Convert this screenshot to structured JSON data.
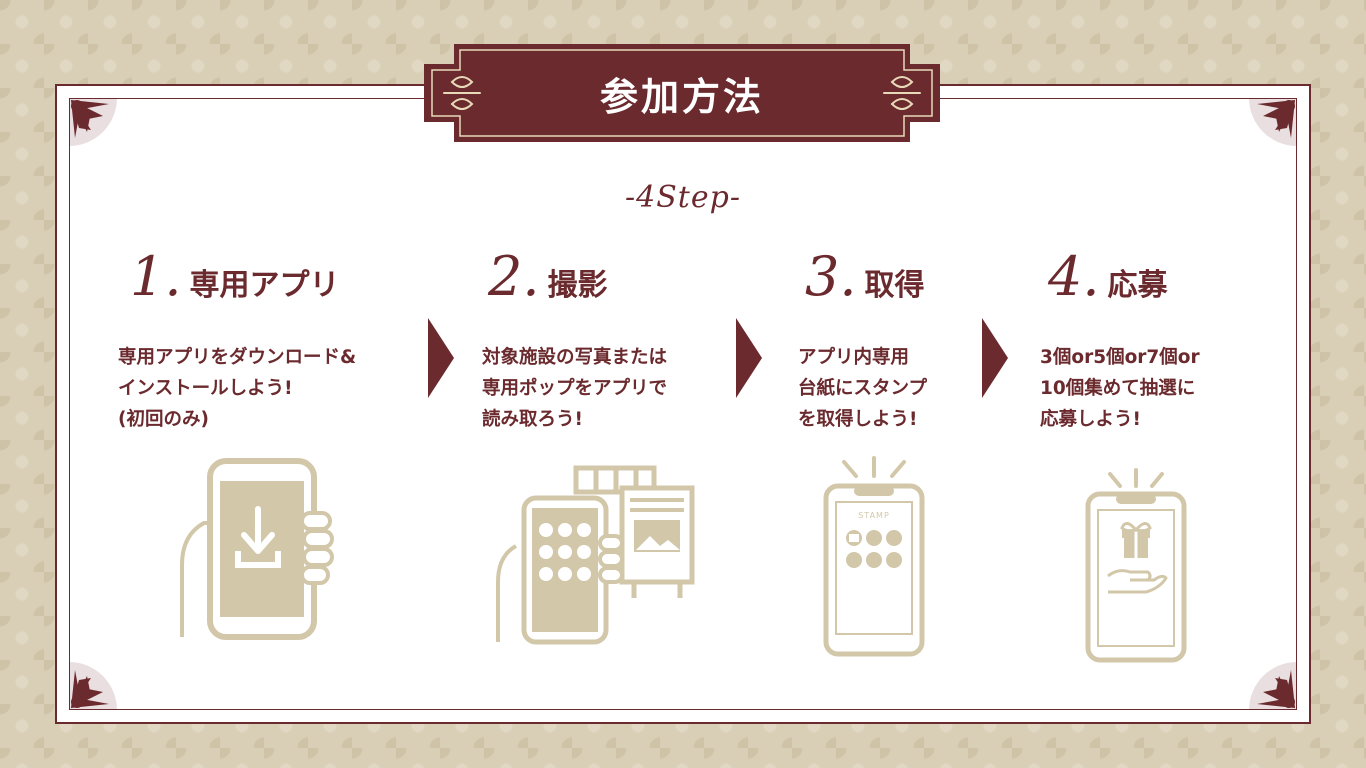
{
  "header": {
    "title": "参加方法",
    "subtitle": "-4Step-"
  },
  "steps": [
    {
      "number": "1.",
      "name": "専用アプリ",
      "description": "専用アプリをダウンロード&\nインストールしよう!\n(初回のみ)",
      "icon": "download-app-icon"
    },
    {
      "number": "2.",
      "name": "撮影",
      "description": "対象施設の写真または\n専用ポップをアプリで\n読み取ろう!",
      "icon": "photo-scan-icon"
    },
    {
      "number": "3.",
      "name": "取得",
      "description": "アプリ内専用\n台紙にスタンプ\nを取得しよう!",
      "icon": "stamp-card-icon",
      "stamp_label": "STAMP"
    },
    {
      "number": "4.",
      "name": "応募",
      "description": "3個or5個or7個or\n10個集めて抽選に\n応募しよう!",
      "icon": "gift-icon"
    }
  ],
  "colors": {
    "accent": "#6b2a2e",
    "illustration": "#d2c7a9",
    "background": "#d9cfb6",
    "panel": "#ffffff"
  }
}
